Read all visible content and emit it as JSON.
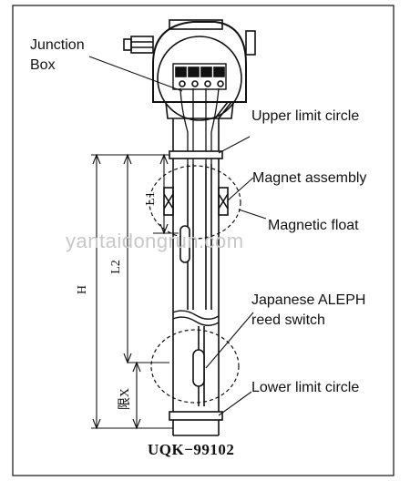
{
  "labels": {
    "junction_box_line1": "Junction",
    "junction_box_line2": "Box",
    "upper_limit_circle": "Upper limit circle",
    "magnet_assembly": "Magnet assembly",
    "magnetic_float": "Magnetic float",
    "reed_switch_line1": "Japanese ALEPH",
    "reed_switch_line2": "reed switch",
    "lower_limit_circle": "Lower limit circle"
  },
  "dimensions": {
    "h": "H",
    "l2": "L2",
    "l1": "L1",
    "bottom": "限X"
  },
  "model": "UQK−99102",
  "watermark": "yantaidongrun.com"
}
